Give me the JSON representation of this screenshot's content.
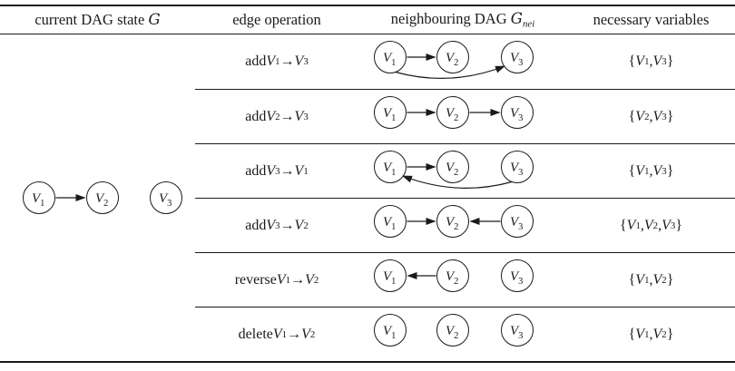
{
  "page": {
    "background": "#ffffff",
    "text_color": "#1a1a1a",
    "rule_color": "#1a1a1a"
  },
  "header": {
    "columns": [
      {
        "name": "current-dag-state",
        "segs": [
          [
            "current DAG state ",
            ""
          ],
          [
            "G",
            "cal"
          ]
        ]
      },
      {
        "name": "edge-operation",
        "segs": [
          [
            "edge operation",
            ""
          ]
        ]
      },
      {
        "name": "neighbouring-dag",
        "segs": [
          [
            "neighbouring DAG ",
            ""
          ],
          [
            "G",
            "cal"
          ],
          [
            "nei",
            "calsub"
          ]
        ]
      },
      {
        "name": "necessary-variables",
        "segs": [
          [
            "necessary variables",
            ""
          ]
        ]
      }
    ]
  },
  "node_labels": [
    {
      "t": "V",
      "sub": "1"
    },
    {
      "t": "V",
      "sub": "2"
    },
    {
      "t": "V",
      "sub": "3"
    }
  ],
  "current_dag": {
    "edges": [
      [
        0,
        1,
        "straight"
      ]
    ]
  },
  "rows": [
    {
      "operation": [
        [
          "add ",
          ""
        ],
        [
          "V",
          "it"
        ],
        [
          "1",
          "sub"
        ],
        [
          " → ",
          ""
        ],
        [
          "V",
          "it"
        ],
        [
          "3",
          "sub"
        ]
      ],
      "graph": {
        "edges": [
          [
            0,
            1,
            "straight"
          ],
          [
            0,
            2,
            "below"
          ]
        ]
      },
      "variables": [
        [
          "{",
          ""
        ],
        [
          "V",
          "it"
        ],
        [
          "1",
          "sub"
        ],
        [
          ", ",
          ""
        ],
        [
          "V",
          "it"
        ],
        [
          "3",
          "sub"
        ],
        [
          "}",
          ""
        ]
      ]
    },
    {
      "operation": [
        [
          "add ",
          ""
        ],
        [
          "V",
          "it"
        ],
        [
          "2",
          "sub"
        ],
        [
          " → ",
          ""
        ],
        [
          "V",
          "it"
        ],
        [
          "3",
          "sub"
        ]
      ],
      "graph": {
        "edges": [
          [
            0,
            1,
            "straight"
          ],
          [
            1,
            2,
            "straight"
          ]
        ]
      },
      "variables": [
        [
          "{",
          ""
        ],
        [
          "V",
          "it"
        ],
        [
          "2",
          "sub"
        ],
        [
          ", ",
          ""
        ],
        [
          "V",
          "it"
        ],
        [
          "3",
          "sub"
        ],
        [
          "}",
          ""
        ]
      ]
    },
    {
      "operation": [
        [
          "add ",
          ""
        ],
        [
          "V",
          "it"
        ],
        [
          "3",
          "sub"
        ],
        [
          " → ",
          ""
        ],
        [
          "V",
          "it"
        ],
        [
          "1",
          "sub"
        ]
      ],
      "graph": {
        "edges": [
          [
            0,
            1,
            "straight"
          ],
          [
            2,
            0,
            "below"
          ]
        ]
      },
      "variables": [
        [
          "{",
          ""
        ],
        [
          "V",
          "it"
        ],
        [
          "1",
          "sub"
        ],
        [
          ", ",
          ""
        ],
        [
          "V",
          "it"
        ],
        [
          "3",
          "sub"
        ],
        [
          "}",
          ""
        ]
      ]
    },
    {
      "operation": [
        [
          "add ",
          ""
        ],
        [
          "V",
          "it"
        ],
        [
          "3",
          "sub"
        ],
        [
          " → ",
          ""
        ],
        [
          "V",
          "it"
        ],
        [
          "2",
          "sub"
        ]
      ],
      "graph": {
        "edges": [
          [
            0,
            1,
            "straight"
          ],
          [
            2,
            1,
            "straight"
          ]
        ]
      },
      "variables": [
        [
          "{",
          ""
        ],
        [
          "V",
          "it"
        ],
        [
          "1",
          "sub"
        ],
        [
          ", ",
          ""
        ],
        [
          "V",
          "it"
        ],
        [
          "2",
          "sub"
        ],
        [
          ", ",
          ""
        ],
        [
          "V",
          "it"
        ],
        [
          "3",
          "sub"
        ],
        [
          "}",
          ""
        ]
      ]
    },
    {
      "operation": [
        [
          "reverse ",
          ""
        ],
        [
          "V",
          "it"
        ],
        [
          "1",
          "sub"
        ],
        [
          " → ",
          ""
        ],
        [
          "V",
          "it"
        ],
        [
          "2",
          "sub"
        ]
      ],
      "graph": {
        "edges": [
          [
            1,
            0,
            "straight"
          ]
        ]
      },
      "variables": [
        [
          "{",
          ""
        ],
        [
          "V",
          "it"
        ],
        [
          "1",
          "sub"
        ],
        [
          ", ",
          ""
        ],
        [
          "V",
          "it"
        ],
        [
          "2",
          "sub"
        ],
        [
          "}",
          ""
        ]
      ]
    },
    {
      "operation": [
        [
          "delete ",
          ""
        ],
        [
          "V",
          "it"
        ],
        [
          "1",
          "sub"
        ],
        [
          " → ",
          ""
        ],
        [
          "V",
          "it"
        ],
        [
          "2",
          "sub"
        ]
      ],
      "graph": {
        "edges": []
      },
      "variables": [
        [
          "{",
          ""
        ],
        [
          "V",
          "it"
        ],
        [
          "1",
          "sub"
        ],
        [
          ", ",
          ""
        ],
        [
          "V",
          "it"
        ],
        [
          "2",
          "sub"
        ],
        [
          "}",
          ""
        ]
      ]
    }
  ]
}
